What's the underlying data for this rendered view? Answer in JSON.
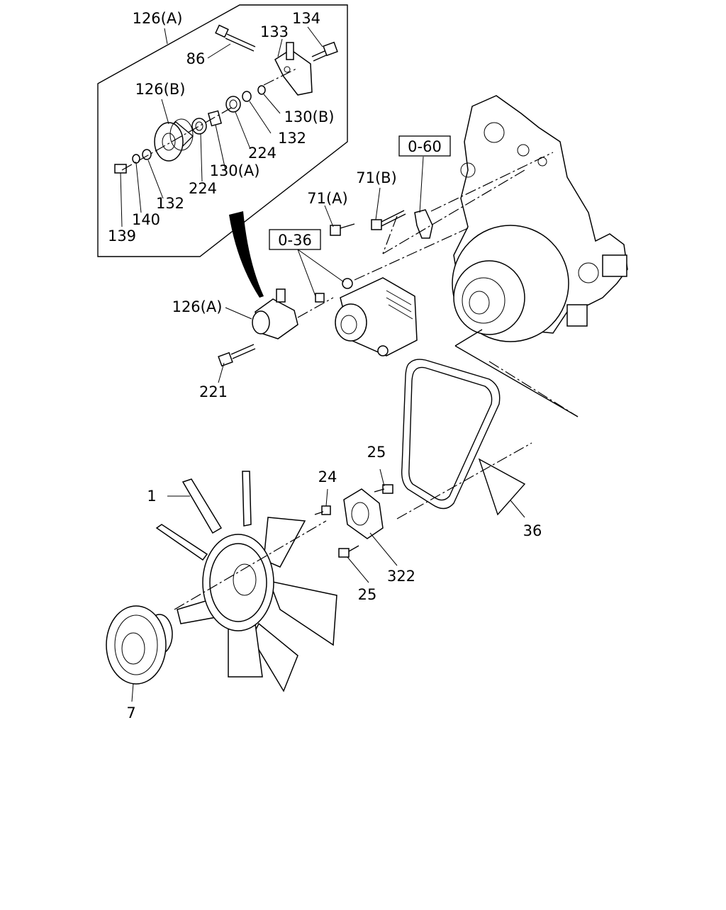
{
  "callouts": {
    "c126a_top": "126(A)",
    "c134": "134",
    "c133": "133",
    "c86": "86",
    "c126b": "126(B)",
    "c130b": "130(B)",
    "c132_a": "132",
    "c224_a": "224",
    "c130a": "130(A)",
    "c224_b": "224",
    "c132_b": "132",
    "c140": "140",
    "c139": "139",
    "c71b": "71(B)",
    "c71a": "71(A)",
    "c126a_mid": "126(A)",
    "c221": "221",
    "c25_top": "25",
    "c24": "24",
    "c1": "1",
    "c36": "36",
    "c322": "322",
    "c25_bot": "25",
    "c7": "7"
  },
  "refs": {
    "ref_060": "0-60",
    "ref_036": "0-36"
  }
}
